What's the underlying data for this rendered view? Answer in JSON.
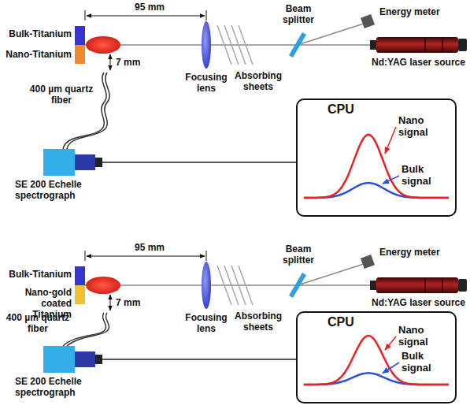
{
  "diagram": {
    "nodes": [
      {
        "text": [
          "CPU",
          "Nano signal",
          "Bulk signal"
        ]
      },
      {
        "text": [
          "SE 200 Echelle spectrograph"
        ]
      },
      {
        "text": [
          "CPU",
          "Nano signal",
          "Bulk signal"
        ]
      },
      {
        "text": [
          "SE 200 Echelle spectrograph"
        ]
      }
    ],
    "edges": [
      {
        "from": 1,
        "to": 0,
        "arrow": "none"
      },
      {
        "from": 3,
        "to": 2,
        "arrow": "none"
      }
    ],
    "labels": [
      "Bulk-Titanium",
      "Nano-Titanium",
      "95 mm",
      "7 mm",
      "400 µm quartz fiber",
      "Focusing lens",
      "Absorbing sheets",
      "Beam splitter",
      "Energy meter",
      "Nd:YAG laser source",
      "Bulk-Titanium",
      "Nano-gold coated Titanium",
      "95 mm",
      "7 mm",
      "400 µm quartz fiber",
      "Focusing lens",
      "Absorbing sheets",
      "Beam splitter",
      "Energy meter",
      "Nd:YAG laser source"
    ]
  }
}
